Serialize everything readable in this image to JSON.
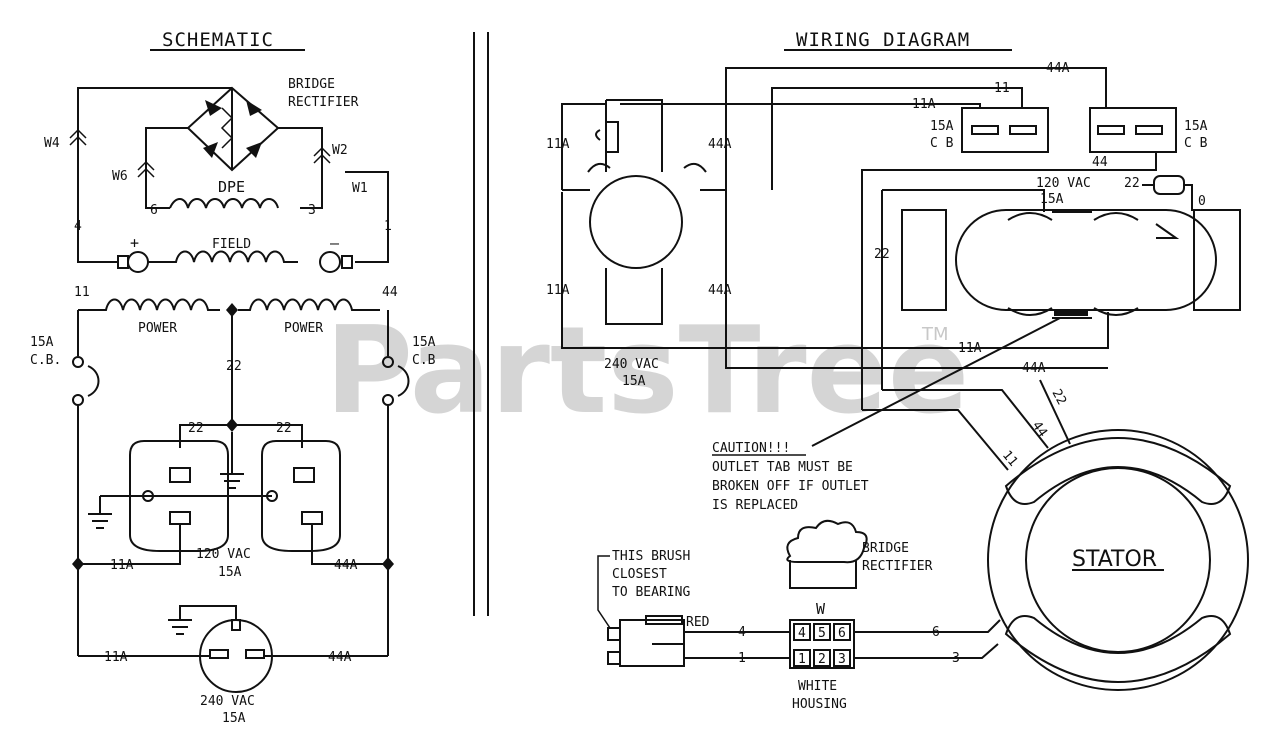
{
  "titles": {
    "schematic": "SCHEMATIC",
    "wiring": "WIRING DIAGRAM"
  },
  "watermark": {
    "text": "PartsTree",
    "tm": "TM"
  },
  "schematic": {
    "bridge": "BRIDGE",
    "rectifier": "RECTIFIER",
    "w4": "W4",
    "w6": "W6",
    "w2": "W2",
    "w1": "W1",
    "dpe": "DPE",
    "n6": "6",
    "n3": "3",
    "n4": "4",
    "n1": "1",
    "field": "FIELD",
    "plus": "+",
    "minus": "–",
    "n11": "11",
    "n44": "44",
    "power_left": "POWER",
    "power_right": "POWER",
    "cb_left_a": "15A",
    "cb_left_b": "C.B.",
    "cb_right_a": "15A",
    "cb_right_b": "C.B",
    "n22": "22",
    "n22a": "22",
    "n22b": "22",
    "w11a": "11A",
    "w44a": "44A",
    "vac120": "120 VAC",
    "amp15": "15A",
    "b11a": "11A",
    "b44a": "44A",
    "vac240": "240 VAC",
    "amp15b": "15A"
  },
  "wiring": {
    "top44a": "44A",
    "top11": "11",
    "top11a": "11A",
    "cb_left_a": "15A",
    "cb_left_b": "C B",
    "cb_right_a": "15A",
    "cb_right_b": "C B",
    "l11a_top": "11A",
    "l44a_top": "44A",
    "l11a_bot": "11A",
    "l44a_bot": "44A",
    "vac240": "240 VAC",
    "amp15": "15A",
    "w44": "44",
    "vac120": "120 VAC",
    "amp120": "15A",
    "w22": "22",
    "w0": "0",
    "w22_left": "22",
    "m11a": "11A",
    "m44a": "44A",
    "s22": "22",
    "s44": "44",
    "s11": "11",
    "caution": "CAUTION!!!",
    "caution_l1": "OUTLET TAB MUST BE",
    "caution_l2": "BROKEN OFF IF OUTLET",
    "caution_l3": "IS REPLACED",
    "stator": "STATOR",
    "brush_l1": "THIS BRUSH",
    "brush_l2": "CLOSEST",
    "brush_l3": "TO BEARING",
    "red": "RED",
    "br_bridge": "BRIDGE",
    "br_rect": "RECTIFIER",
    "w": "W",
    "t4": "4",
    "t5": "5",
    "t6": "6",
    "t1": "1",
    "t2": "2",
    "t3": "3",
    "wire4": "4",
    "wire1": "1",
    "wire6": "6",
    "wire3": "3",
    "white": "WHITE",
    "housing": "HOUSING"
  }
}
